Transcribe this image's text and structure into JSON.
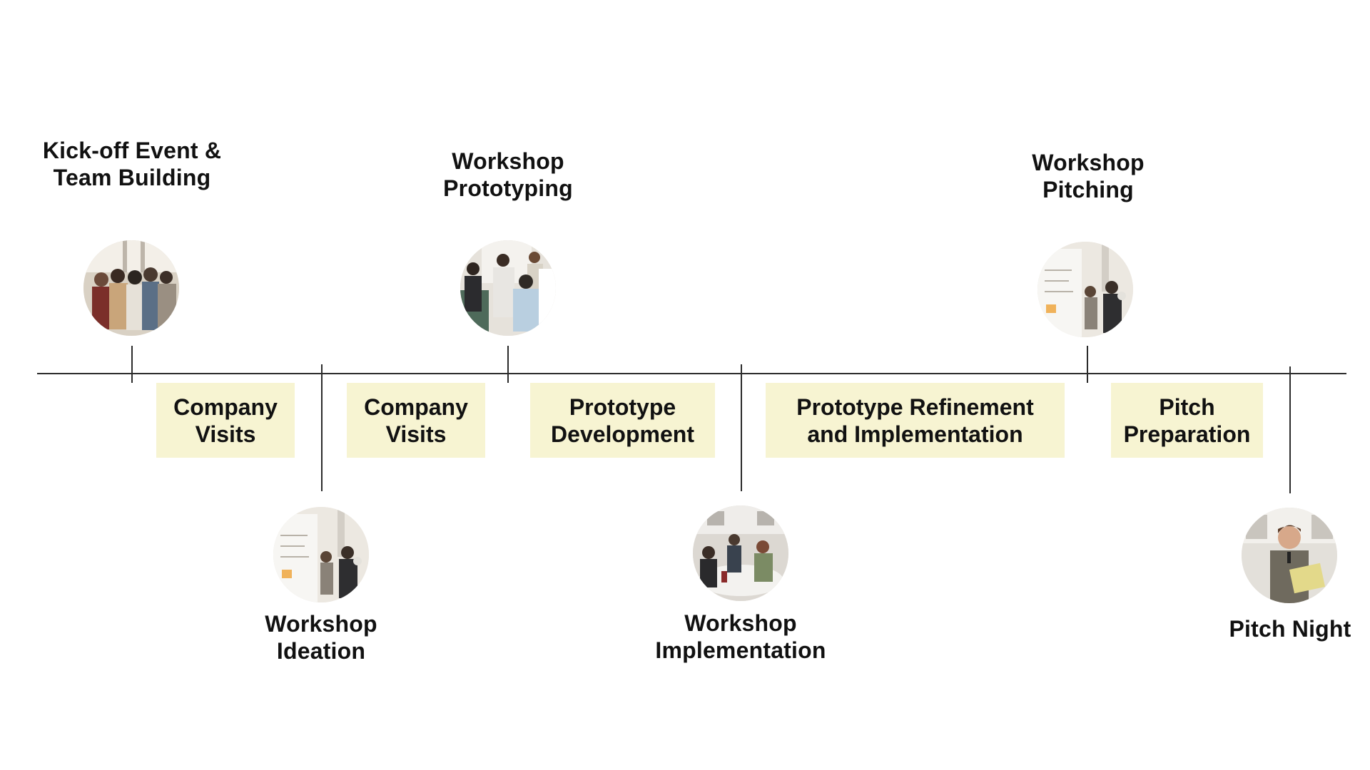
{
  "milestones": [
    {
      "label": "Kick-off Event &\nTeam Building",
      "photo_icon": "group-photo-icon"
    },
    {
      "label": "Workshop\nIdeation",
      "photo_icon": "whiteboard-photo-icon"
    },
    {
      "label": "Workshop\nPrototyping",
      "photo_icon": "workshop-photo-icon"
    },
    {
      "label": "Workshop\nImplementation",
      "photo_icon": "table-photo-icon"
    },
    {
      "label": "Workshop\nPitching",
      "photo_icon": "whiteboard-photo-icon"
    },
    {
      "label": "Pitch Night",
      "photo_icon": "speaker-photo-icon"
    }
  ],
  "phases": [
    {
      "label": "Company\nVisits"
    },
    {
      "label": "Company\nVisits"
    },
    {
      "label": "Prototype\nDevelopment"
    },
    {
      "label": "Prototype Refinement\nand Implementation"
    },
    {
      "label": "Pitch\nPreparation"
    }
  ],
  "colors": {
    "phase_fill": "#f7f4d2",
    "line": "#2b2b2b",
    "text": "#111111"
  }
}
